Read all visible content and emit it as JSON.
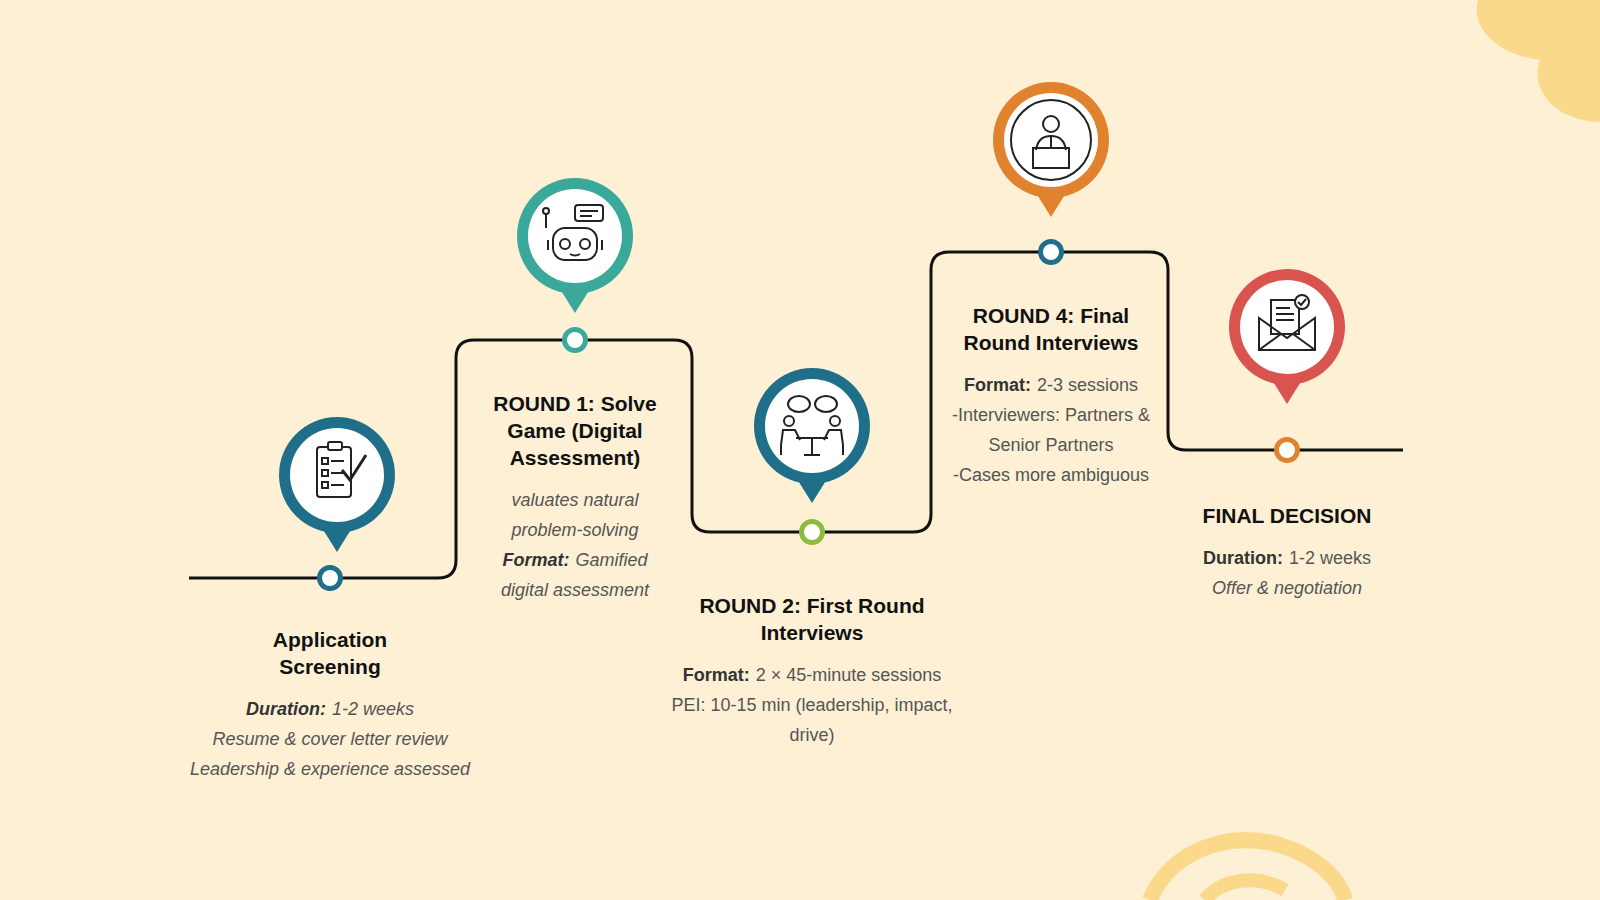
{
  "diagram": {
    "nodes": [
      {
        "text": [
          "Application Screening",
          "Duration:",
          "1-2 weeks",
          "Resume & cover letter review",
          "Leadership & experience assessed"
        ]
      },
      {
        "text": [
          "ROUND 1: Solve Game (Digital Assessment)",
          "valuates natural problem-solving",
          "Format:",
          "Gamified digital assessment"
        ]
      },
      {
        "text": [
          "ROUND 2: First Round Interviews",
          "Format:",
          "2 × 45-minute sessions",
          "PEI: 10-15 min (leadership, impact, drive)"
        ]
      },
      {
        "text": [
          "ROUND 4: Final Round Interviews",
          "Format:",
          "2-3 sessions",
          "-Interviewers: Partners & Senior Partners",
          "-Cases more ambiguous"
        ]
      },
      {
        "text": [
          "FINAL DECISION",
          "Duration:",
          "1-2 weeks",
          "Offer & negotiation"
        ]
      }
    ],
    "edges": [
      {
        "from": 0,
        "to": 1,
        "arrow": "none"
      },
      {
        "from": 1,
        "to": 2,
        "arrow": "none"
      },
      {
        "from": 2,
        "to": 3,
        "arrow": "none"
      },
      {
        "from": 3,
        "to": 4,
        "arrow": "none"
      }
    ]
  }
}
